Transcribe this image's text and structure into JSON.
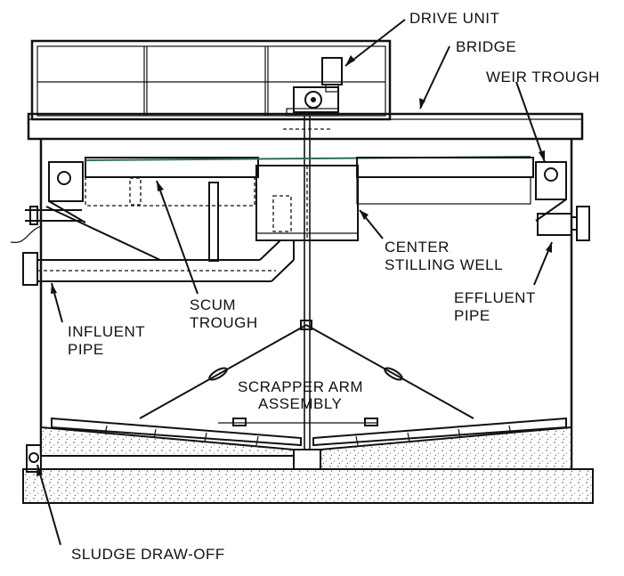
{
  "labels": {
    "drive_unit": "DRIVE UNIT",
    "bridge": "BRIDGE",
    "weir_trough": "WEIR TROUGH",
    "center_stilling_well_1": "CENTER",
    "center_stilling_well_2": "STILLING WELL",
    "effluent_pipe_1": "EFFLUENT",
    "effluent_pipe_2": "PIPE",
    "scum_trough_1": "SCUM",
    "scum_trough_2": "TROUGH",
    "influent_pipe_1": "INFLUENT",
    "influent_pipe_2": "PIPE",
    "scrapper_arm_1": "SCRAPPER ARM",
    "scrapper_arm_2": "ASSEMBLY",
    "sludge_draw_off": "SLUDGE DRAW-OFF"
  },
  "colors": {
    "ink": "#111111",
    "background": "#ffffff",
    "water_line": "#2f6b5a"
  }
}
